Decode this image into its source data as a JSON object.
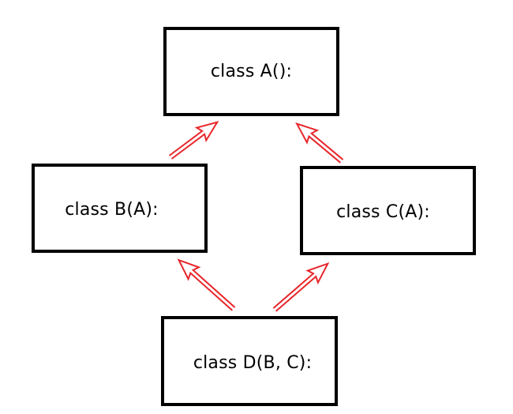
{
  "nodes": {
    "a": {
      "label": "class A():"
    },
    "b": {
      "label": "class B(A):"
    },
    "c": {
      "label": "class C(A):"
    },
    "d": {
      "label": "class D(B, C):"
    }
  },
  "edges": [
    {
      "from": "b",
      "to": "a"
    },
    {
      "from": "c",
      "to": "a"
    },
    {
      "from": "d",
      "to": "b"
    },
    {
      "from": "d",
      "to": "c"
    }
  ],
  "colors": {
    "box_border": "#000000",
    "text": "#000000",
    "arrow": "#e8262b",
    "background": "#ffffff"
  }
}
